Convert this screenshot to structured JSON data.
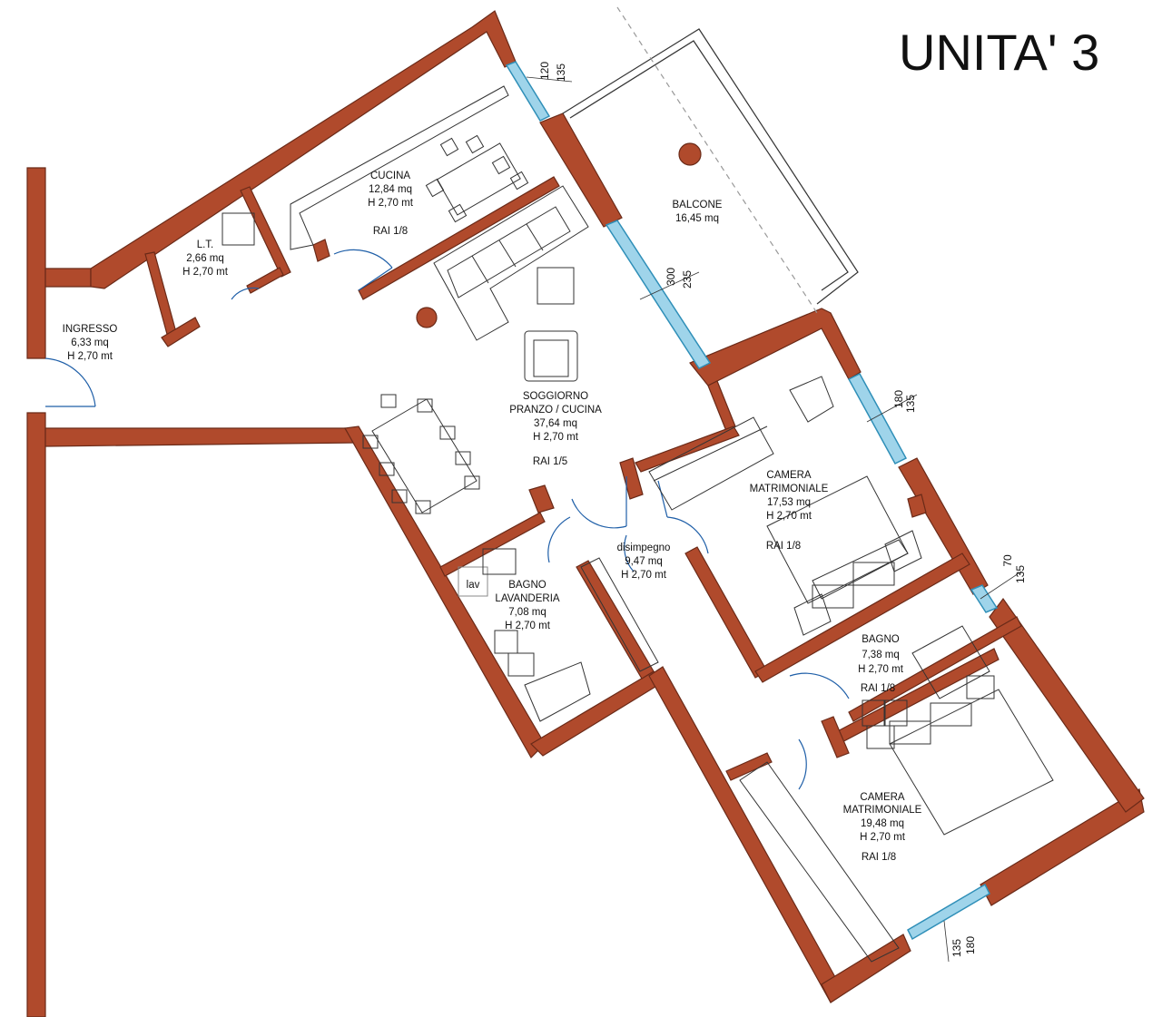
{
  "title": "UNITA' 3",
  "colors": {
    "wall": "#b04a2c",
    "wall_edge": "#6a2a18",
    "window": "#9fd4ea",
    "window_edge": "#2f8fb8",
    "furniture": "#333333",
    "door_arc": "#1f5fa8"
  },
  "rooms": [
    {
      "id": "cucina",
      "lines": [
        "CUCINA",
        "12,84 mq",
        "H 2,70 mt"
      ],
      "rai": "RAI 1/8"
    },
    {
      "id": "lt",
      "lines": [
        "L.T.",
        "2,66 mq",
        "H 2,70 mt"
      ]
    },
    {
      "id": "ingresso",
      "lines": [
        "INGRESSO",
        "6,33 mq",
        "H 2,70 mt"
      ]
    },
    {
      "id": "balcone",
      "lines": [
        "BALCONE",
        "16,45 mq"
      ]
    },
    {
      "id": "soggiorno",
      "lines": [
        "SOGGIORNO",
        "PRANZO / CUCINA",
        "37,64 mq",
        "H 2,70 mt"
      ],
      "rai": "RAI 1/5"
    },
    {
      "id": "camera1",
      "lines": [
        "CAMERA",
        "MATRIMONIALE",
        "17,53 mq",
        "H 2,70 mt"
      ],
      "rai": "RAI 1/8"
    },
    {
      "id": "disimpegno",
      "lines": [
        "disimpegno",
        "9,47 mq",
        "H 2,70 mt"
      ]
    },
    {
      "id": "bagno_lav",
      "lines": [
        "BAGNO",
        "LAVANDERIA",
        "7,08 mq",
        "H 2,70 mt"
      ]
    },
    {
      "id": "bagno",
      "lines": [
        "BAGNO",
        "7,38 mq",
        "H 2,70 mt"
      ],
      "rai": "RAI 1/8"
    },
    {
      "id": "camera2",
      "lines": [
        "CAMERA",
        "MATRIMONIALE",
        "19,48 mq",
        "H 2,70 mt"
      ],
      "rai": "RAI 1/8"
    }
  ],
  "windows": [
    {
      "id": "w1",
      "top": "120",
      "bottom": "135"
    },
    {
      "id": "w2",
      "top": "300",
      "bottom": "235"
    },
    {
      "id": "w3",
      "top": "180",
      "bottom": "135"
    },
    {
      "id": "w4",
      "top": "70",
      "bottom": "135"
    },
    {
      "id": "w5",
      "top": "180",
      "bottom": "135"
    }
  ],
  "labels": {
    "lavatrice": "lav"
  }
}
